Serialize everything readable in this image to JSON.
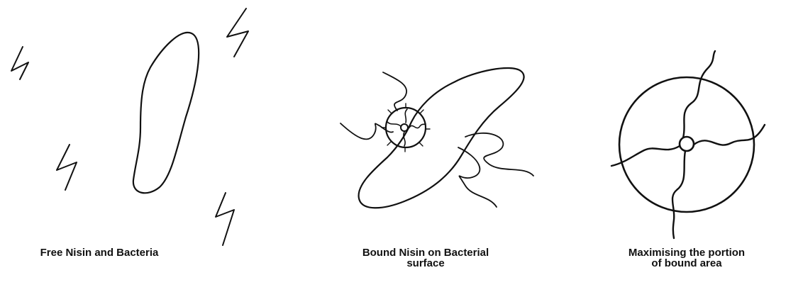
{
  "panels": [
    {
      "id": "free",
      "caption_lines": [
        "Free Nisin and Bacteria"
      ]
    },
    {
      "id": "bound",
      "caption_lines": [
        "Bound Nisin on Bacterial",
        "surface"
      ]
    },
    {
      "id": "maximising",
      "caption_lines": [
        "Maximising the portion",
        "of bound area"
      ]
    }
  ],
  "colors": {
    "ink": "#111111",
    "background": "#ffffff"
  }
}
